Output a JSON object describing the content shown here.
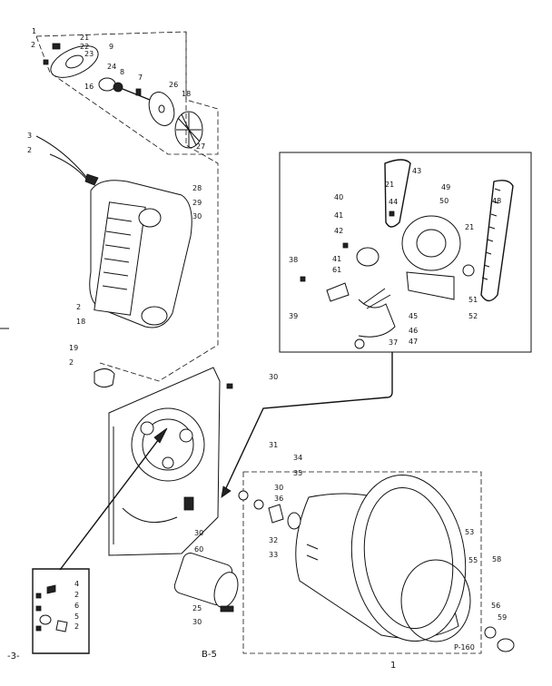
{
  "page": {
    "page_number": "-3-",
    "figure_code": "B-5",
    "bottom_mark": "1",
    "drum_code": "P-160"
  },
  "callouts": [
    {
      "label": "1"
    },
    {
      "label": "21"
    },
    {
      "label": "2"
    },
    {
      "label": "22"
    },
    {
      "label": "23"
    },
    {
      "label": "9"
    },
    {
      "label": "24"
    },
    {
      "label": "8"
    },
    {
      "label": "16"
    },
    {
      "label": "7"
    },
    {
      "label": "26"
    },
    {
      "label": "18"
    },
    {
      "label": "27"
    },
    {
      "label": "3"
    },
    {
      "label": "2"
    },
    {
      "label": "28"
    },
    {
      "label": "29"
    },
    {
      "label": "30"
    },
    {
      "label": "2"
    },
    {
      "label": "18"
    },
    {
      "label": "19"
    },
    {
      "label": "2"
    },
    {
      "label": "30"
    },
    {
      "label": "31"
    },
    {
      "label": "30"
    },
    {
      "label": "60"
    },
    {
      "label": "25"
    },
    {
      "label": "30"
    },
    {
      "label": "43"
    },
    {
      "label": "21"
    },
    {
      "label": "44"
    },
    {
      "label": "40"
    },
    {
      "label": "41"
    },
    {
      "label": "42"
    },
    {
      "label": "49"
    },
    {
      "label": "50"
    },
    {
      "label": "48"
    },
    {
      "label": "21"
    },
    {
      "label": "38"
    },
    {
      "label": "41"
    },
    {
      "label": "61"
    },
    {
      "label": "39"
    },
    {
      "label": "45"
    },
    {
      "label": "46"
    },
    {
      "label": "47"
    },
    {
      "label": "37"
    },
    {
      "label": "51"
    },
    {
      "label": "52"
    },
    {
      "label": "34"
    },
    {
      "label": "35"
    },
    {
      "label": "30"
    },
    {
      "label": "36"
    },
    {
      "label": "32"
    },
    {
      "label": "33"
    },
    {
      "label": "53"
    },
    {
      "label": "55"
    },
    {
      "label": "58"
    },
    {
      "label": "56"
    },
    {
      "label": "59"
    },
    {
      "label": "4"
    },
    {
      "label": "2"
    },
    {
      "label": "6"
    },
    {
      "label": "5"
    },
    {
      "label": "2"
    }
  ]
}
